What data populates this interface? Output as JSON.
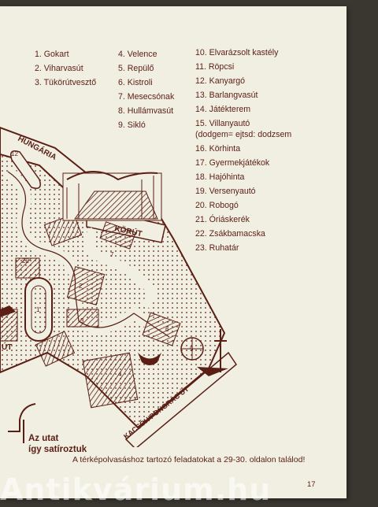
{
  "legend": {
    "col1": [
      "1. Gokart",
      "2. Viharvasút",
      "3. Tükörútvesztő"
    ],
    "col2": [
      "4. Velence",
      "5. Repülő",
      "6. Kistroli",
      "7. Mesecsónak",
      "8. Hullámvasút",
      "9. Sikló"
    ],
    "col3": [
      "10. Elvarázsolt kastély",
      "11. Röpcsi",
      "12. Kanyargó",
      "13. Barlangvasút",
      "14. Játékterem",
      "15. Villanyautó",
      "(dodgem= ejtsd: dodzsem",
      "16. Körhinta",
      "17. Gyermekjátékok",
      "18. Hajóhinta",
      "19. Versenyautó",
      "20. Robogó",
      "21. Óriáskerék",
      "22. Zsákbamacska",
      "23. Ruhatár"
    ]
  },
  "map": {
    "streets": [
      "HUNGÁRIA",
      "KÖRÚT",
      "KACSÓH PONGRÁC ÚT",
      "ÚT"
    ],
    "numbers": [
      "12",
      "1",
      "2",
      "3",
      "4",
      "5",
      "6",
      "7",
      "22"
    ]
  },
  "sign": [
    "Az utat",
    "így satíroztuk"
  ],
  "footnote": "A térképolvasáshoz tartozó feladatokat a 29-30. oldalon találod!",
  "page_number": "17",
  "watermark": "Antikvárium.hu",
  "colors": {
    "ink": "#5a1e14",
    "paper": "#f1efe2",
    "background": "#3a3630"
  }
}
